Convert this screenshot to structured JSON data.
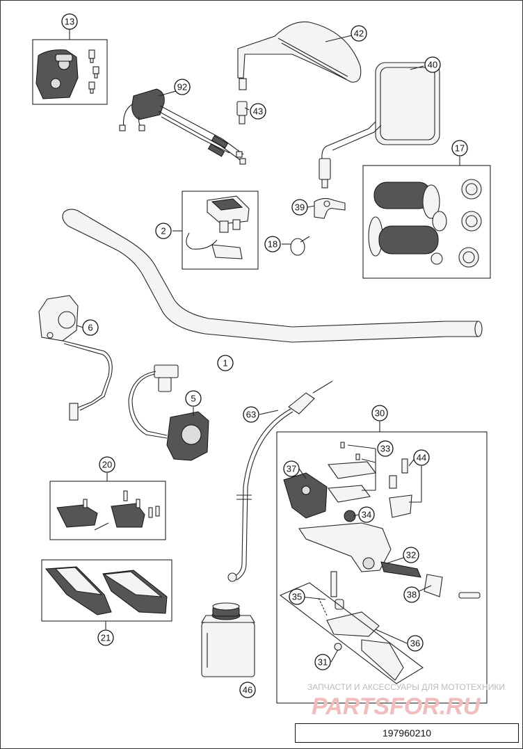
{
  "callouts": [
    "1",
    "2",
    "5",
    "6",
    "13",
    "17",
    "18",
    "20",
    "21",
    "30",
    "31",
    "32",
    "33",
    "34",
    "35",
    "36",
    "37",
    "38",
    "39",
    "40",
    "42",
    "43",
    "44",
    "46",
    "63",
    "92"
  ],
  "watermark": {
    "line1": "ЗАПЧАСТИ И АКСЕССУАРЫ ДЛЯ МОТОТЕХНИКИ",
    "line2": "PARTSFOR.RU"
  },
  "diagram_code": "197960210"
}
